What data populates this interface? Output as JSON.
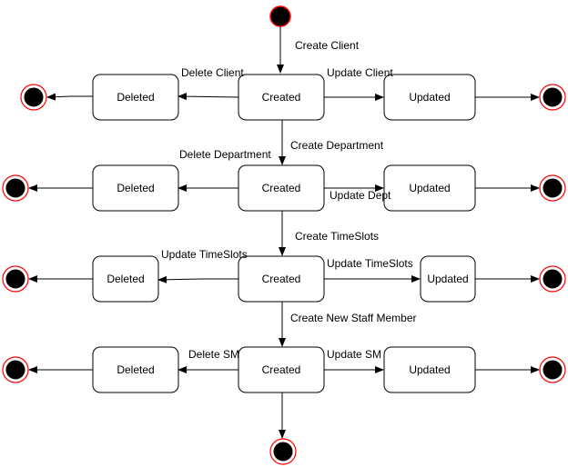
{
  "states": {
    "row1": {
      "deleted": "Deleted",
      "created": "Created",
      "updated": "Updated"
    },
    "row2": {
      "deleted": "Deleted",
      "created": "Created",
      "updated": "Updated"
    },
    "row3": {
      "deleted": "Deleted",
      "created": "Created",
      "updated": "Updated"
    },
    "row4": {
      "deleted": "Deleted",
      "created": "Created",
      "updated": "Updated"
    }
  },
  "transitions": {
    "create_client": "Create Client",
    "delete_client": "Delete Client",
    "update_client": "Update Client",
    "create_department": "Create Department",
    "delete_department": "Delete Department",
    "update_dept": "Update Dept",
    "create_timeslots": "Create TimeSlots",
    "update_timeslots_left": "Update TimeSlots",
    "update_timeslots_right": "Update TimeSlots",
    "create_staff": "Create New Staff Member",
    "delete_sm": "Delete SM",
    "update_sm": "Update SM"
  },
  "colors": {
    "stroke": "#000000",
    "final_ring": "#ff0000",
    "node_fill": "#000000"
  }
}
